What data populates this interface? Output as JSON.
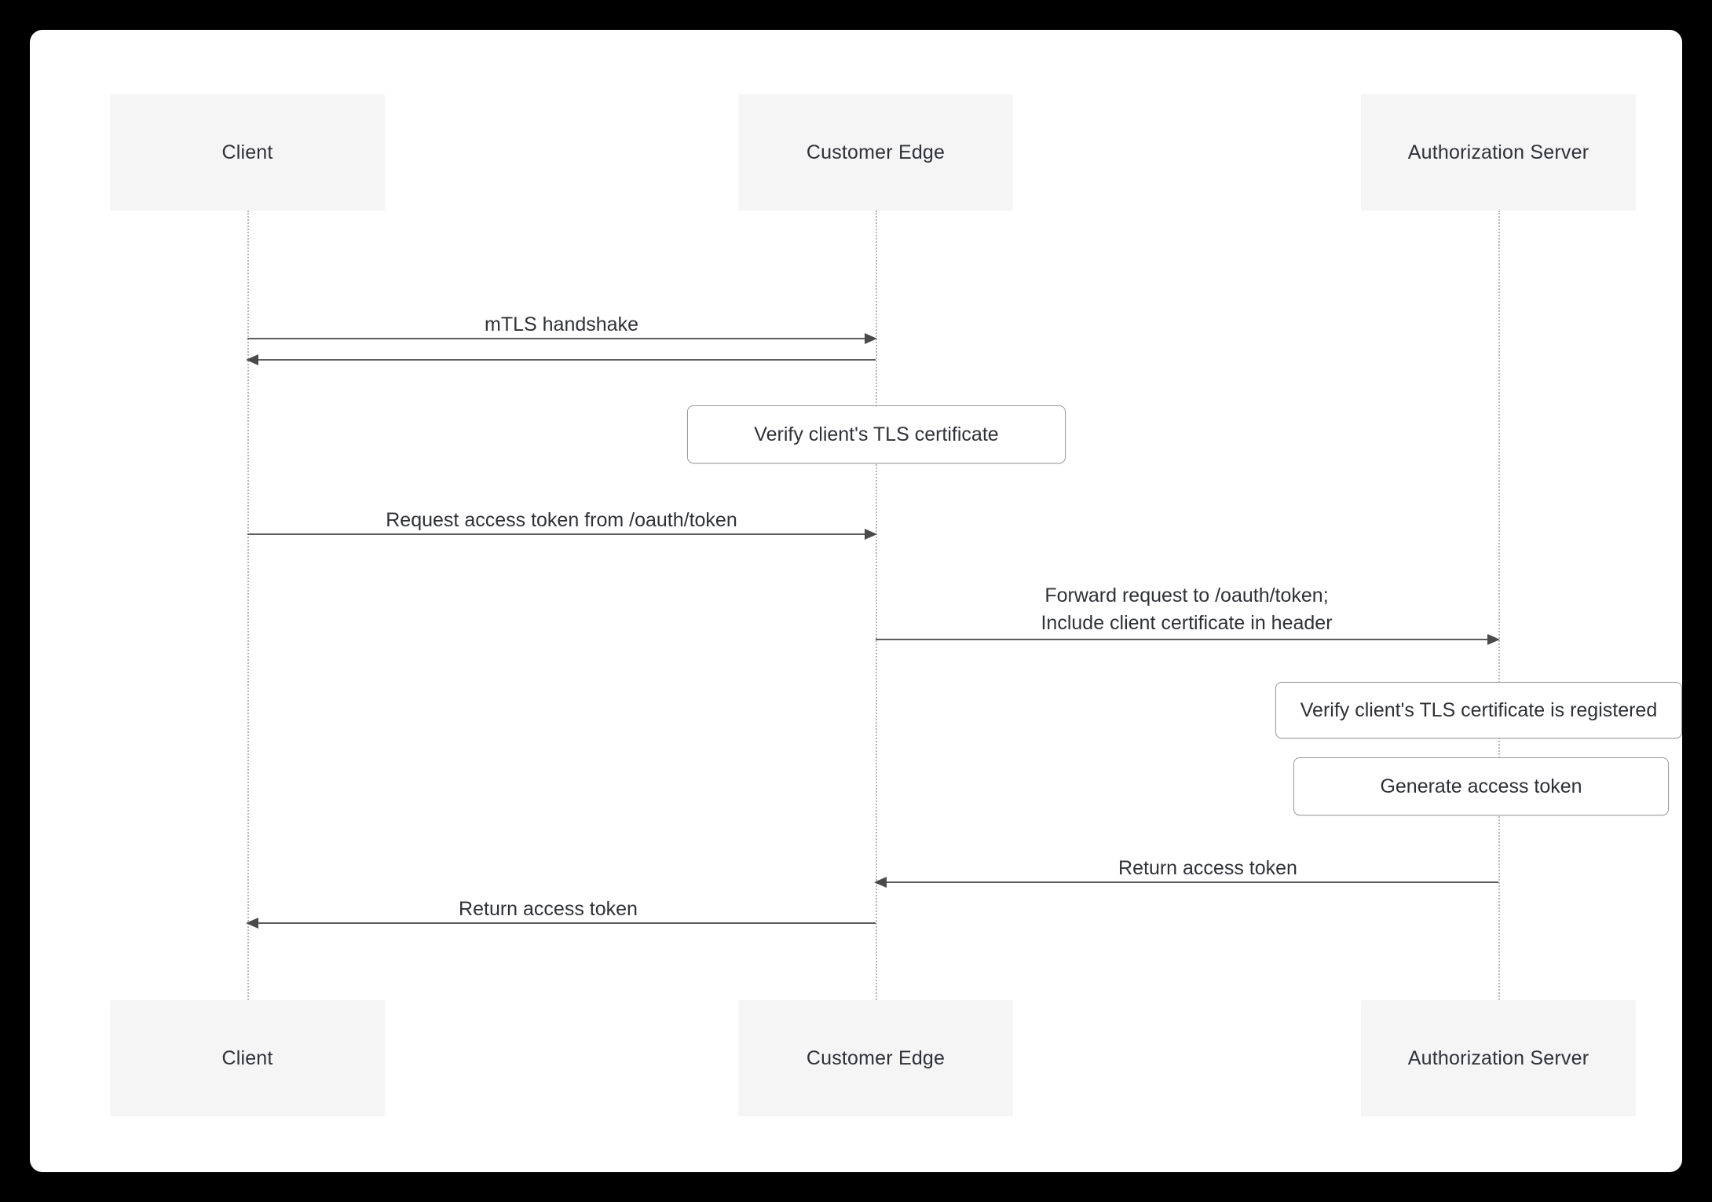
{
  "diagram_type": "sequence-diagram",
  "actors": [
    {
      "id": "client",
      "label": "Client"
    },
    {
      "id": "customer-edge",
      "label": "Customer Edge"
    },
    {
      "id": "authorization-server",
      "label": "Authorization Server"
    }
  ],
  "messages": [
    {
      "from": "client",
      "to": "customer-edge",
      "direction": "right",
      "label": "mTLS handshake"
    },
    {
      "from": "customer-edge",
      "to": "client",
      "direction": "left",
      "label": ""
    },
    {
      "from": "client",
      "to": "customer-edge",
      "direction": "right",
      "label": "Request access token from /oauth/token"
    },
    {
      "from": "customer-edge",
      "to": "authorization-server",
      "direction": "right",
      "label": "Forward request to /oauth/token;\nInclude client certificate in header"
    },
    {
      "from": "authorization-server",
      "to": "customer-edge",
      "direction": "left",
      "label": "Return access token"
    },
    {
      "from": "customer-edge",
      "to": "client",
      "direction": "left",
      "label": "Return access token"
    }
  ],
  "notes": [
    {
      "on": "customer-edge",
      "label": "Verify client's TLS certificate"
    },
    {
      "on": "authorization-server",
      "label": "Verify client's TLS certificate is registered"
    },
    {
      "on": "authorization-server",
      "label": "Generate access token"
    }
  ],
  "colors": {
    "background": "#000000",
    "surface": "#ffffff",
    "actor_box": "#f5f5f6",
    "text": "#2f3136",
    "arrow": "#5c5c5c",
    "lifeline": "#b8b8b8",
    "note_border": "#999999"
  }
}
